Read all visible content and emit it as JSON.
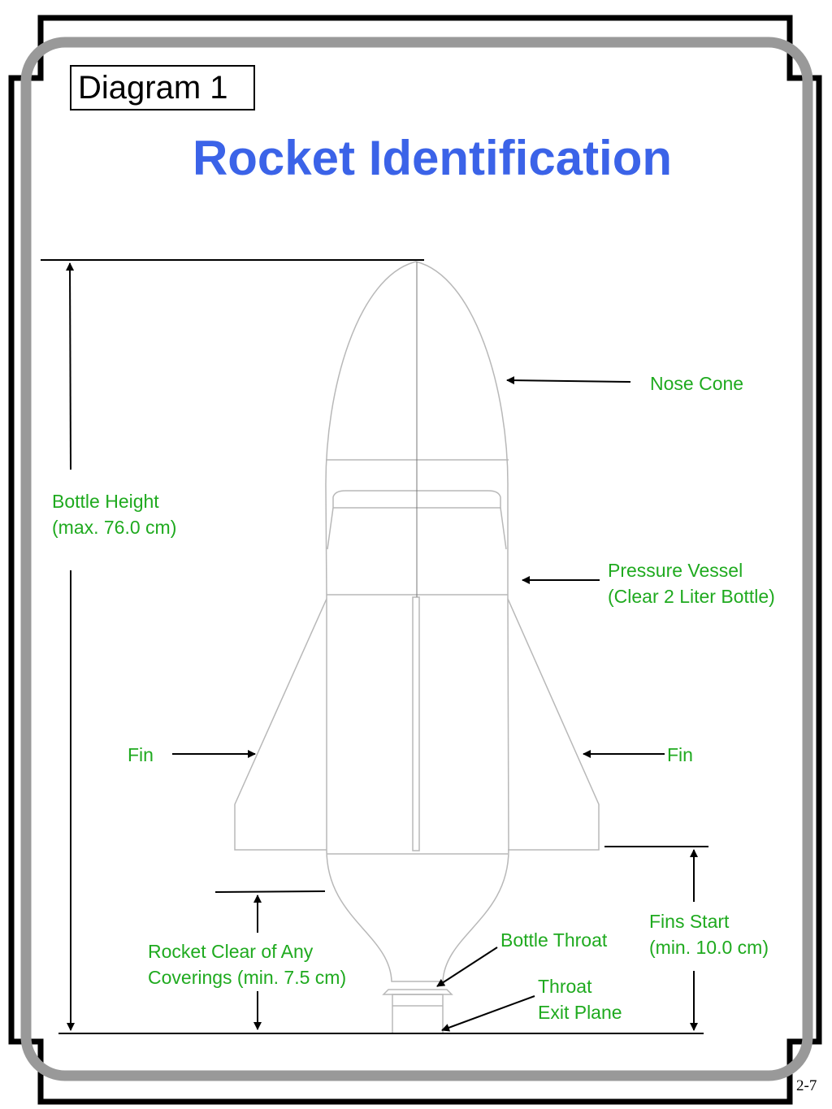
{
  "diagram_label": "Diagram 1",
  "title": "Rocket Identification",
  "labels": {
    "nose_cone": "Nose Cone",
    "pressure_vessel_line1": "Pressure Vessel",
    "pressure_vessel_line2": "(Clear 2 Liter Bottle)",
    "bottle_height_line1": "Bottle Height",
    "bottle_height_line2": "(max. 76.0 cm)",
    "fin_left": "Fin",
    "fin_right": "Fin",
    "fins_start_line1": "Fins Start",
    "fins_start_line2": "(min. 10.0 cm)",
    "bottle_throat": "Bottle Throat",
    "rocket_clear_line1": "Rocket Clear of Any",
    "rocket_clear_line2": "Coverings (min. 7.5 cm)",
    "throat_exit_line1": "Throat",
    "throat_exit_line2": "Exit Plane"
  },
  "page_number": "2-7",
  "colors": {
    "title": "#3b63e8",
    "labels": "#1faa1f",
    "frame_gray": "#999999",
    "frame_black": "#000000",
    "outline": "#b8b8b8"
  }
}
